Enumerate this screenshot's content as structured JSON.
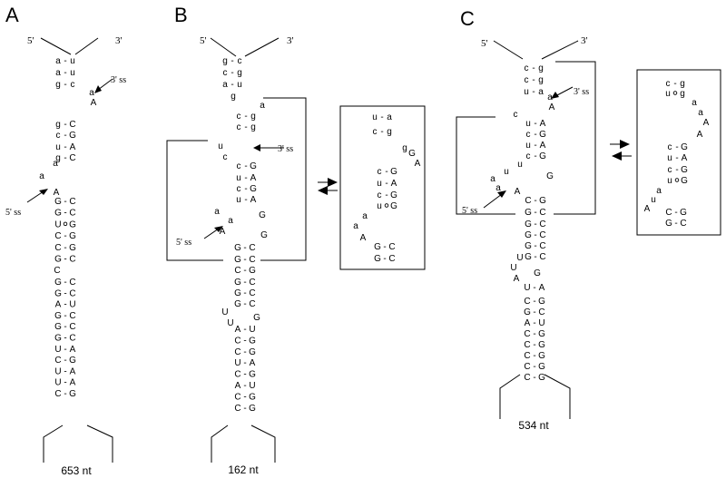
{
  "panels": [
    {
      "label": "A",
      "end5": "5'",
      "end3": "3'",
      "loop_size": "653 nt",
      "ss3": "3' ss",
      "ss5": "5' ss",
      "sequence": [
        [
          "a",
          "-",
          "u"
        ],
        [
          "a",
          "-",
          "u"
        ],
        [
          "g",
          "-",
          "c"
        ],
        [
          "a"
        ],
        [
          "A"
        ],
        [
          "g",
          "-",
          "C"
        ],
        [
          "c",
          "-",
          "G"
        ],
        [
          "u",
          "-",
          "A"
        ],
        [
          "g",
          "-",
          "C"
        ],
        [
          "a"
        ],
        [
          "a"
        ],
        [
          "A"
        ],
        [
          "G",
          "-",
          "C"
        ],
        [
          "G",
          "-",
          "C"
        ],
        [
          "U",
          "o",
          "G"
        ],
        [
          "C",
          "-",
          "G"
        ],
        [
          "C",
          "-",
          "G"
        ],
        [
          "G",
          "-",
          "C"
        ],
        [
          "C"
        ],
        [
          "G",
          "-",
          "C"
        ],
        [
          "G",
          "-",
          "C"
        ],
        [
          "A",
          "-",
          "U"
        ],
        [
          "G",
          "-",
          "C"
        ],
        [
          "G",
          "-",
          "C"
        ],
        [
          "G",
          "-",
          "C"
        ],
        [
          "U",
          "-",
          "A"
        ],
        [
          "C",
          "-",
          "G"
        ],
        [
          "U",
          "-",
          "A"
        ],
        [
          "U",
          "-",
          "A"
        ],
        [
          "C",
          "-",
          "G"
        ]
      ]
    },
    {
      "label": "B",
      "end5": "5'",
      "end3": "3'",
      "loop_size": "162 nt",
      "ss3": "3' ss",
      "ss5": "5' ss",
      "sequence": [
        [
          "g",
          "-",
          "c"
        ],
        [
          "c",
          "-",
          "g"
        ],
        [
          "a",
          "-",
          "u"
        ],
        [
          "g"
        ],
        [
          "a"
        ],
        [
          "c",
          "-",
          "g"
        ],
        [
          "c",
          "-",
          "g"
        ],
        [
          "u"
        ],
        [
          "c"
        ],
        [
          "c",
          "-",
          "G"
        ],
        [
          "u",
          "-",
          "A"
        ],
        [
          "c",
          "-",
          "G"
        ],
        [
          "u",
          "-",
          "A"
        ],
        [
          "G"
        ],
        [
          "a"
        ],
        [
          "a"
        ],
        [
          "A"
        ],
        [
          "G"
        ],
        [
          "G",
          "-",
          "C"
        ],
        [
          "G",
          "-",
          "C"
        ],
        [
          "C",
          "-",
          "G"
        ],
        [
          "G",
          "-",
          "C"
        ],
        [
          "G",
          "-",
          "C"
        ],
        [
          "G",
          "-",
          "C"
        ],
        [
          "U"
        ],
        [
          "G"
        ],
        [
          "U"
        ],
        [
          "A",
          "-",
          "U"
        ],
        [
          "C",
          "-",
          "G"
        ],
        [
          "C",
          "-",
          "G"
        ],
        [
          "U",
          "-",
          "A"
        ],
        [
          "C",
          "-",
          "G"
        ],
        [
          "A",
          "-",
          "U"
        ],
        [
          "C",
          "-",
          "G"
        ],
        [
          "C",
          "-",
          "G"
        ]
      ],
      "alt_sequence": [
        [
          "u",
          "-",
          "a"
        ],
        [
          "c",
          "-",
          "g"
        ],
        [
          "g"
        ],
        [
          "G"
        ],
        [
          "A"
        ],
        [
          "c",
          "-",
          "G"
        ],
        [
          "u",
          "-",
          "A"
        ],
        [
          "c",
          "-",
          "G"
        ],
        [
          "u",
          "o",
          "G"
        ],
        [
          "a"
        ],
        [
          "a"
        ],
        [
          "A"
        ],
        [
          "G",
          "-",
          "C"
        ],
        [
          "G",
          "-",
          "C"
        ]
      ]
    },
    {
      "label": "C",
      "end5": "5'",
      "end3": "3'",
      "loop_size": "534 nt",
      "ss3": "3' ss",
      "ss5": "5' ss",
      "sequence": [
        [
          "c",
          "-",
          "g"
        ],
        [
          "c",
          "-",
          "g"
        ],
        [
          "u",
          "-",
          "a"
        ],
        [
          "a"
        ],
        [
          "A"
        ],
        [
          "c"
        ],
        [
          "u",
          "-",
          "A"
        ],
        [
          "c",
          "-",
          "G"
        ],
        [
          "u",
          "-",
          "A"
        ],
        [
          "c",
          "-",
          "G"
        ],
        [
          "u"
        ],
        [
          "u"
        ],
        [
          "G"
        ],
        [
          "a"
        ],
        [
          "a"
        ],
        [
          "A"
        ],
        [
          "C",
          "-",
          "G"
        ],
        [
          "G",
          "-",
          "C"
        ],
        [
          "G",
          "-",
          "C"
        ],
        [
          "G",
          "-",
          "C"
        ],
        [
          "G",
          "-",
          "C"
        ],
        [
          "G",
          "-",
          "C"
        ],
        [
          "U"
        ],
        [
          "U"
        ],
        [
          "G"
        ],
        [
          "A"
        ],
        [
          "U",
          "-",
          "A"
        ],
        [
          "C",
          "-",
          "G"
        ],
        [
          "G",
          "-",
          "C"
        ],
        [
          "A",
          "-",
          "U"
        ],
        [
          "C",
          "-",
          "G"
        ],
        [
          "C",
          "-",
          "G"
        ],
        [
          "C",
          "-",
          "G"
        ],
        [
          "C",
          "-",
          "G"
        ],
        [
          "C",
          "-",
          "G"
        ]
      ],
      "alt_sequence": [
        [
          "c",
          "-",
          "g"
        ],
        [
          "u",
          "o",
          "g"
        ],
        [
          "a"
        ],
        [
          "a"
        ],
        [
          "A"
        ],
        [
          "A"
        ],
        [
          "c",
          "-",
          "G"
        ],
        [
          "u",
          "-",
          "A"
        ],
        [
          "c",
          "-",
          "G"
        ],
        [
          "u",
          "o",
          "G"
        ],
        [
          "a"
        ],
        [
          "u"
        ],
        [
          "A"
        ],
        [
          "C",
          "-",
          "G"
        ],
        [
          "G",
          "-",
          "C"
        ]
      ]
    }
  ]
}
